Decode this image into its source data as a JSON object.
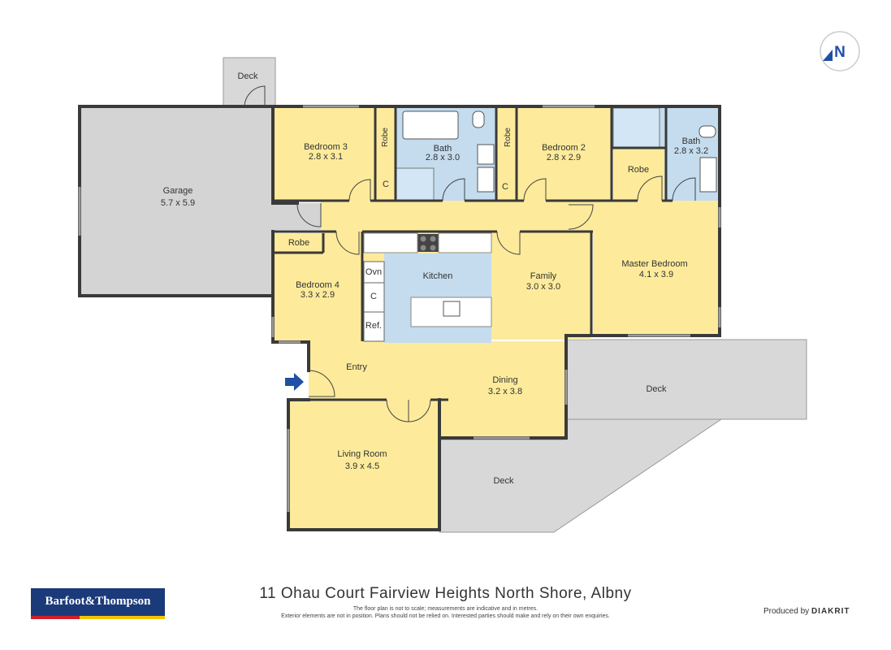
{
  "compass": {
    "label": "N"
  },
  "rooms": {
    "deck_top": {
      "name": "Deck"
    },
    "garage": {
      "name": "Garage",
      "dims": "5.7 x 5.9"
    },
    "bedroom3": {
      "name": "Bedroom 3",
      "dims": "2.8 x 3.1"
    },
    "robe_b3": {
      "name": "Robe"
    },
    "c1": {
      "name": "C"
    },
    "bath1": {
      "name": "Bath",
      "dims": "2.8 x 3.0"
    },
    "robe_b2": {
      "name": "Robe"
    },
    "c2": {
      "name": "C"
    },
    "bedroom2": {
      "name": "Bedroom 2",
      "dims": "2.8 x 2.9"
    },
    "bath2": {
      "name": "Bath",
      "dims": "2.8 x 3.2"
    },
    "robe_master": {
      "name": "Robe"
    },
    "master": {
      "name": "Master Bedroom",
      "dims": "4.1 x 3.9"
    },
    "robe_b4": {
      "name": "Robe"
    },
    "bedroom4": {
      "name": "Bedroom 4",
      "dims": "3.3 x 2.9"
    },
    "ovn": {
      "name": "Ovn"
    },
    "c3": {
      "name": "C"
    },
    "ref": {
      "name": "Ref."
    },
    "kitchen": {
      "name": "Kitchen"
    },
    "family": {
      "name": "Family",
      "dims": "3.0 x 3.0"
    },
    "entry": {
      "name": "Entry"
    },
    "dining": {
      "name": "Dining",
      "dims": "3.2 x 3.8"
    },
    "living": {
      "name": "Living Room",
      "dims": "3.9 x 4.5"
    },
    "deck_right": {
      "name": "Deck"
    },
    "deck_bottom": {
      "name": "Deck"
    }
  },
  "footer": {
    "address": "11 Ohau Court Fairview Heights North Shore, Albny",
    "disclaimer_line1": "The floor plan is not to scale; measurements are indicative and in metres.",
    "disclaimer_line2": "Exterior elements are not in position. Plans should not be relied on. Interested parties should make and rely on their own enquiries.",
    "brand": "Barfoot&Thompson",
    "produced_by_prefix": "Produced by",
    "produced_by_name": "DIAKRIT"
  },
  "colors": {
    "room": "#fdeb9b",
    "wet": "#c4dcee",
    "garage": "#d4d4d4",
    "deck": "#d8d8d8",
    "wall": "#3a3a3a",
    "entry_arrow": "#1f4fa6",
    "logo_bg": "#1b3a7a"
  }
}
